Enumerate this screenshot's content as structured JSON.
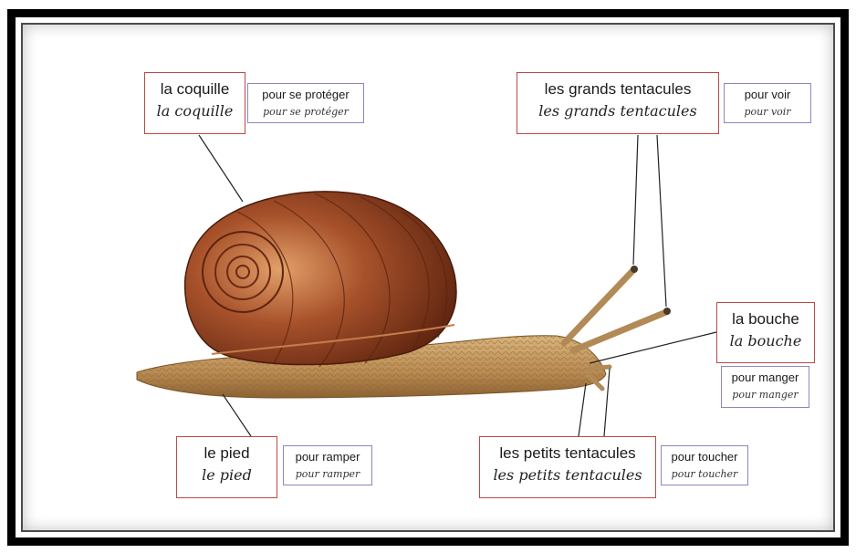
{
  "labels": {
    "coquille": {
      "part": "la coquille",
      "part_cursive": "la coquille",
      "function": "pour se protéger",
      "function_cursive": "pour se protéger"
    },
    "grands_tentacules": {
      "part": "les grands tentacules",
      "part_cursive": "les grands tentacules",
      "function": "pour voir",
      "function_cursive": "pour voir"
    },
    "bouche": {
      "part": "la bouche",
      "part_cursive": "la bouche",
      "function": "pour manger",
      "function_cursive": "pour manger"
    },
    "pied": {
      "part": "le pied",
      "part_cursive": "le pied",
      "function": "pour ramper",
      "function_cursive": "pour ramper"
    },
    "petits_tentacules": {
      "part": "les petits tentacules",
      "part_cursive": "les petits tentacules",
      "function": "pour toucher",
      "function_cursive": "pour toucher"
    }
  },
  "colors": {
    "part_border": "#b94a48",
    "function_border": "#8e86c0",
    "shell": "#8b3a1c",
    "body": "#c9a46a"
  }
}
